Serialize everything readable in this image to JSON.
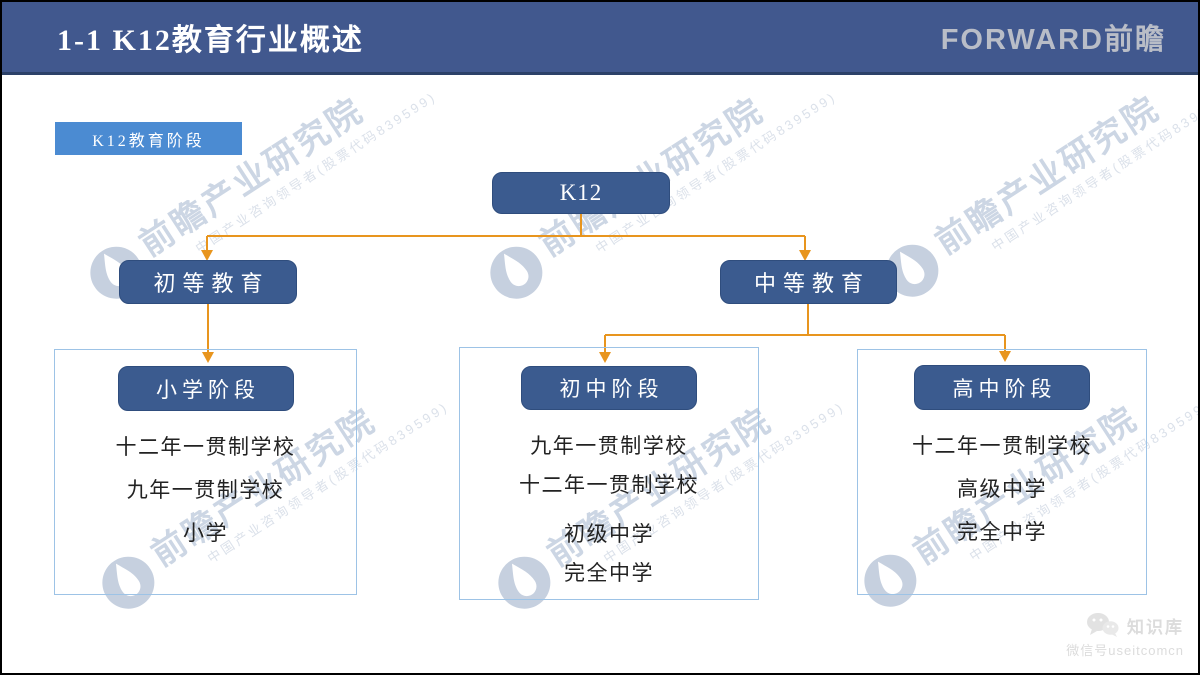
{
  "header": {
    "title": "1-1 K12教育行业概述",
    "logo_text": "FORWARD前瞻"
  },
  "section_tag": "K12教育阶段",
  "chart": {
    "type": "org-tree",
    "root": "K12",
    "branches": [
      "初等教育",
      "中等教育"
    ],
    "groups": [
      {
        "stage": "小学阶段",
        "parent": "初等教育",
        "items": [
          "十二年一贯制学校",
          "九年一贯制学校",
          "小学"
        ]
      },
      {
        "stage": "初中阶段",
        "parent": "中等教育",
        "items": [
          "九年一贯制学校",
          "十二年一贯制学校",
          "初级中学",
          "完全中学"
        ]
      },
      {
        "stage": "高中阶段",
        "parent": "中等教育",
        "items": [
          "十二年一贯制学校",
          "高级中学",
          "完全中学"
        ]
      }
    ]
  },
  "watermark": {
    "brand": "前瞻产业研究院",
    "tagline": "中国产业咨询领导者(股票代码839599)"
  },
  "footer": {
    "source": "知识库",
    "wechat_id": "微信号useitcomcn"
  },
  "colors": {
    "header_bg": "#41588E",
    "tag_bg": "#4B8BD2",
    "node_bg": "#3B5B8F",
    "connector": "#E8951E",
    "container_border": "#9DC3E6"
  }
}
